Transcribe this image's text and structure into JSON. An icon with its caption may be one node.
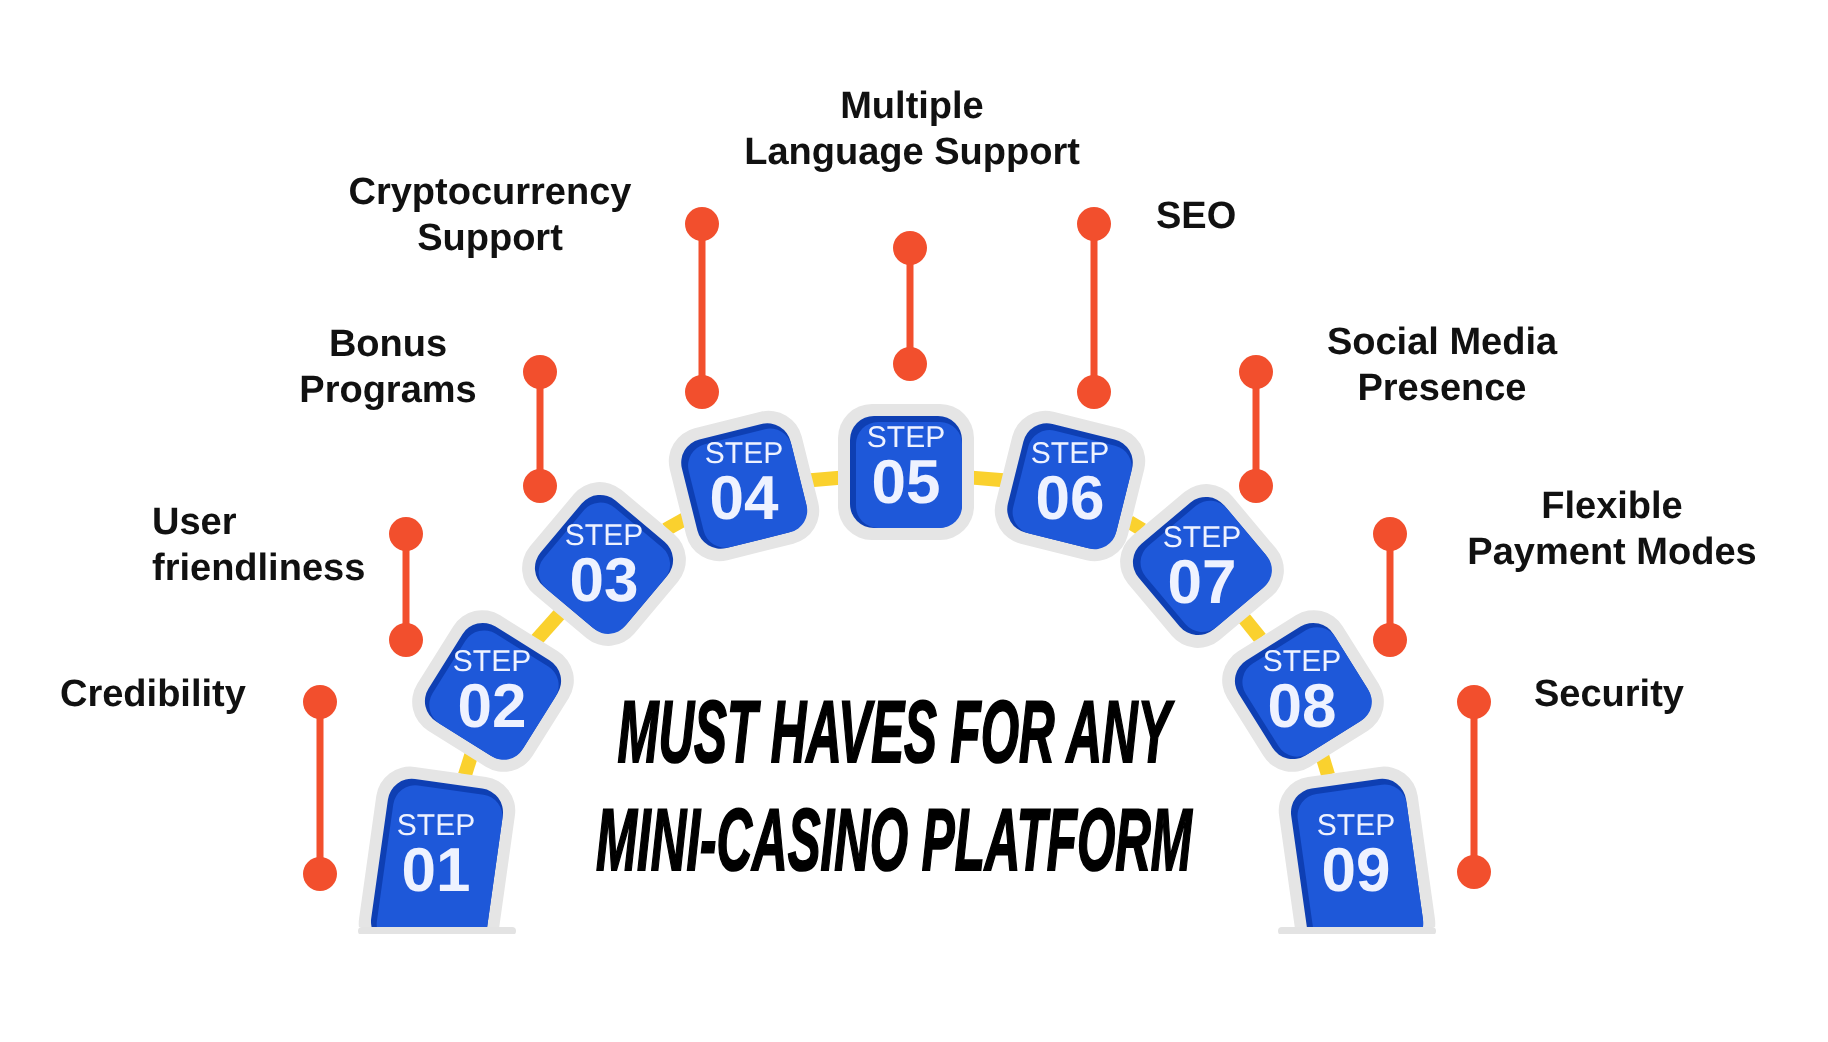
{
  "diagram": {
    "title": "MUST HAVES FOR ANY MINI-CASINO PLATFORM",
    "nodes": [
      {
        "text": [
          "STEP",
          "01"
        ]
      },
      {
        "text": [
          "STEP",
          "02"
        ]
      },
      {
        "text": [
          "STEP",
          "03"
        ]
      },
      {
        "text": [
          "STEP",
          "04"
        ]
      },
      {
        "text": [
          "STEP",
          "05"
        ]
      },
      {
        "text": [
          "STEP",
          "06"
        ]
      },
      {
        "text": [
          "STEP",
          "07"
        ]
      },
      {
        "text": [
          "STEP",
          "08"
        ]
      },
      {
        "text": [
          "STEP",
          "09"
        ]
      },
      {
        "text": [
          "Credibility"
        ]
      },
      {
        "text": [
          "User friendliness"
        ]
      },
      {
        "text": [
          "Bonus Programs"
        ]
      },
      {
        "text": [
          "Cryptocurrency Support"
        ]
      },
      {
        "text": [
          "Multiple Language Support"
        ]
      },
      {
        "text": [
          "SEO"
        ]
      },
      {
        "text": [
          "Social Media Presence"
        ]
      },
      {
        "text": [
          "Flexible Payment Modes"
        ]
      },
      {
        "text": [
          "Security"
        ]
      }
    ],
    "edges": [
      {
        "from": 0,
        "to": 1,
        "arrow": "none",
        "style": "thick",
        "color": "#fad12e"
      },
      {
        "from": 1,
        "to": 2,
        "arrow": "none",
        "style": "thick",
        "color": "#fad12e"
      },
      {
        "from": 2,
        "to": 3,
        "arrow": "none",
        "style": "thick",
        "color": "#fad12e"
      },
      {
        "from": 3,
        "to": 4,
        "arrow": "none",
        "style": "thick",
        "color": "#fad12e"
      },
      {
        "from": 4,
        "to": 5,
        "arrow": "none",
        "style": "thick",
        "color": "#fad12e"
      },
      {
        "from": 5,
        "to": 6,
        "arrow": "none",
        "style": "thick",
        "color": "#fad12e"
      },
      {
        "from": 6,
        "to": 7,
        "arrow": "none",
        "style": "thick",
        "color": "#fad12e"
      },
      {
        "from": 7,
        "to": 8,
        "arrow": "none",
        "style": "thick",
        "color": "#fad12e"
      },
      {
        "from": 9,
        "to": 0,
        "arrow": "other"
      },
      {
        "from": 10,
        "to": 1,
        "arrow": "other"
      },
      {
        "from": 11,
        "to": 2,
        "arrow": "other"
      },
      {
        "from": 12,
        "to": 3,
        "arrow": "other"
      },
      {
        "from": 13,
        "to": 4,
        "arrow": "other"
      },
      {
        "from": 14,
        "to": 5,
        "arrow": "other"
      },
      {
        "from": 15,
        "to": 6,
        "arrow": "other"
      },
      {
        "from": 16,
        "to": 7,
        "arrow": "other"
      },
      {
        "from": 17,
        "to": 8,
        "arrow": "other"
      }
    ]
  }
}
